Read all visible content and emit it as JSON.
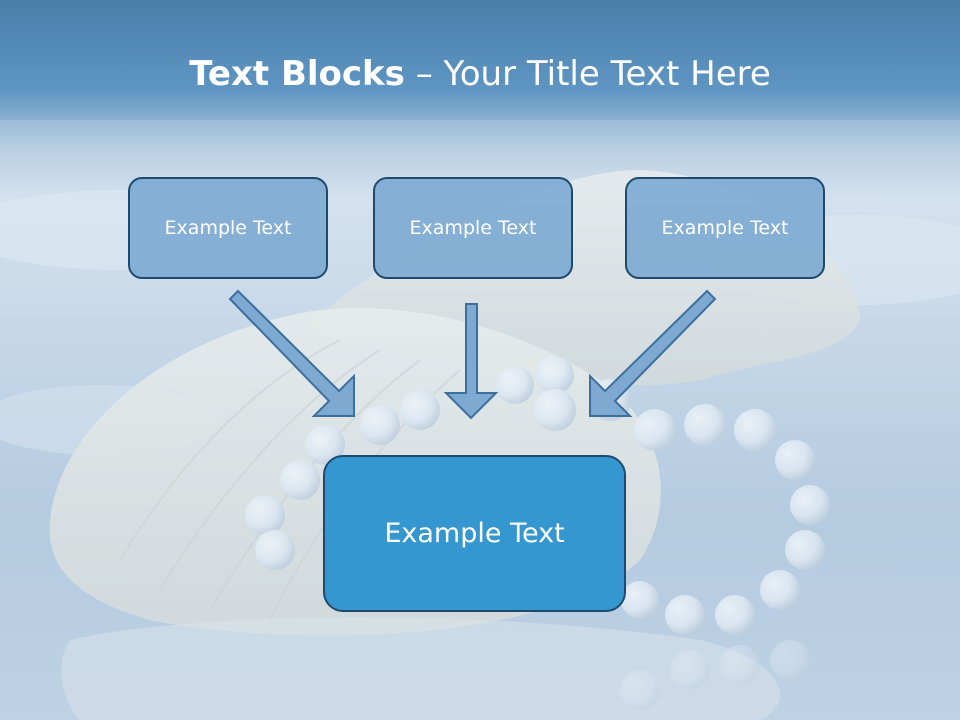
{
  "slide": {
    "title_bold": "Text Blocks",
    "title_rest": " – Your Title Text Here",
    "blocks": [
      {
        "label": "Example Text"
      },
      {
        "label": "Example Text"
      },
      {
        "label": "Example Text"
      }
    ],
    "center_block": {
      "label": "Example Text"
    }
  },
  "colors": {
    "top_band": "#4a7fa9",
    "small_box_fill": "#7eaad2",
    "center_box_fill": "#3597d0",
    "box_border": "#1f4a6e",
    "arrow_fill": "#7ea9d1",
    "text": "#ffffff"
  },
  "icons": [
    "arrow-down-right",
    "arrow-down",
    "arrow-down-left"
  ]
}
